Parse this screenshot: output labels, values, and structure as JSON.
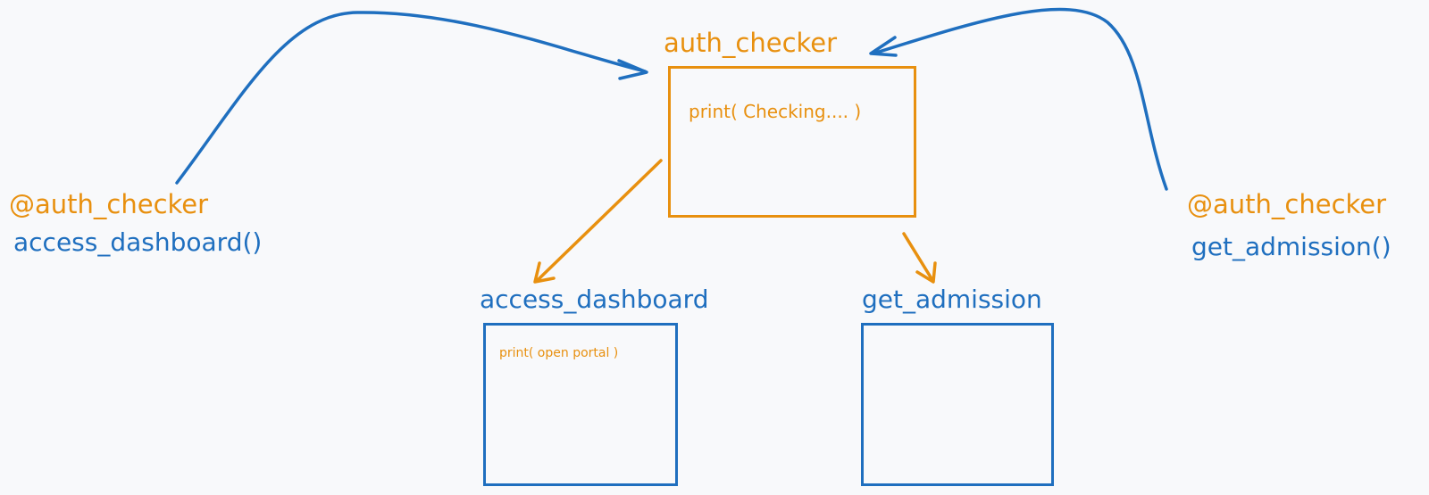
{
  "diagram": {
    "decorator": {
      "title": "auth_checker",
      "body": "print( Checking.... )"
    },
    "functions": [
      {
        "title": "access_dashboard",
        "body": "print( open portal )"
      },
      {
        "title": "get_admission",
        "body": ""
      }
    ],
    "usages": [
      {
        "decorator": "@auth_checker",
        "call": "access_dashboard()"
      },
      {
        "decorator": "@auth_checker",
        "call": "get_admission()"
      }
    ]
  },
  "colors": {
    "background": "#f8f9fb",
    "orange": "#e8900f",
    "blue": "#1f6fbf"
  }
}
